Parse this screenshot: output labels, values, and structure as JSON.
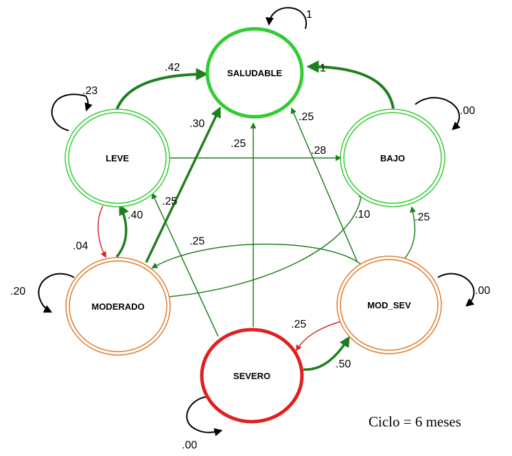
{
  "colors": {
    "green_bright": "#33cc33",
    "green_dark": "#1f7f1f",
    "orange": "#e07b2a",
    "red": "#e02020",
    "red_edge": "#d62828",
    "black": "#000000"
  },
  "nodes": {
    "saludable": "SALUDABLE",
    "leve": "LEVE",
    "bajo": "BAJO",
    "moderado": "MODERADO",
    "mod_sev": "MOD_SEV",
    "severo": "SEVERO"
  },
  "edge_labels": {
    "saludable_self": "1",
    "leve_self": ".23",
    "bajo_self": ".00",
    "moderado_self": ".20",
    "mod_sev_self": ".00",
    "severo_self": ".00",
    "leve_to_saludable": ".42",
    "bajo_to_saludable": "1",
    "moderado_to_saludable": ".30",
    "severo_to_saludable": ".25",
    "mod_sev_to_saludable": ".25",
    "leve_to_bajo": ".28",
    "severo_to_leve": ".25",
    "moderado_to_leve": ".40",
    "leve_to_moderado": ".04",
    "moderado_to_bajo": ".10",
    "mod_sev_to_bajo": ".25",
    "mod_sev_to_moderado": ".25",
    "mod_sev_to_severo": ".25",
    "severo_to_mod_sev": ".50"
  },
  "caption": "Ciclo = 6 meses"
}
